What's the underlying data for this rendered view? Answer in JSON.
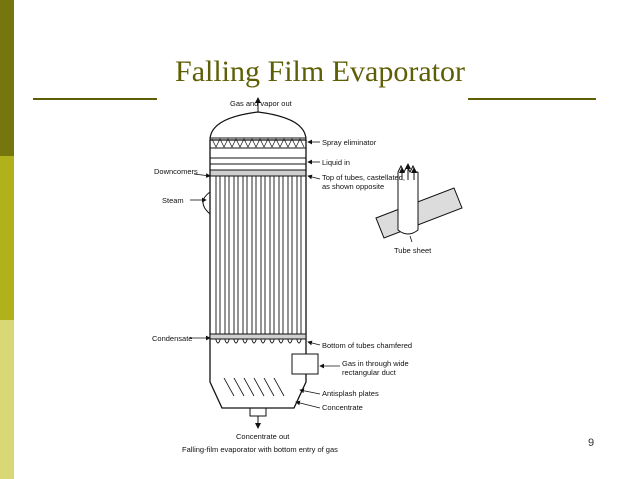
{
  "slide": {
    "title": "Falling Film Evaporator",
    "page_number": "9"
  },
  "diagram": {
    "labels": {
      "gas_vapor_out": "Gas and vapor out",
      "spray_eliminator": "Spray eliminator",
      "liquid_in": "Liquid in",
      "downcomers": "Downcomers",
      "top_of_tubes_1": "Top of tubes, castellated,",
      "top_of_tubes_2": "as shown opposite",
      "steam": "Steam",
      "tube_sheet": "Tube sheet",
      "condensate": "Condensate",
      "bottom_of_tubes": "Bottom of tubes chamfered",
      "gas_in_1": "Gas in through wide",
      "gas_in_2": "rectangular duct",
      "antisplash": "Antisplash plates",
      "concentrate": "Concentrate",
      "concentrate_out": "Concentrate out",
      "caption": "Falling-film evaporator with bottom entry of gas"
    }
  },
  "colors": {
    "title": "#5e5e05",
    "rule": "#5e5e05",
    "sidebar_dark": "#76760e",
    "sidebar_mid": "#b1b11b",
    "sidebar_light": "#d8d876"
  }
}
